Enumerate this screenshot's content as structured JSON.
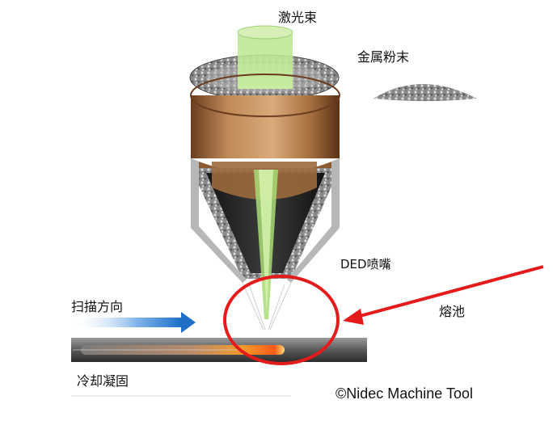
{
  "labels": {
    "laser_beam": "激光束",
    "metal_powder": "金属粉末",
    "ded_nozzle": "DED喷嘴",
    "scan_direction": "扫描方向",
    "melt_pool": "熔池",
    "cooling_solidification": "冷却凝固"
  },
  "copyright": "©Nidec Machine Tool",
  "colors": {
    "highlight_red": "#e51b1b",
    "laser_green": "#9fd36a",
    "copper_shell": "#b07a4a",
    "arrow_blue": "#2e7ad1"
  }
}
